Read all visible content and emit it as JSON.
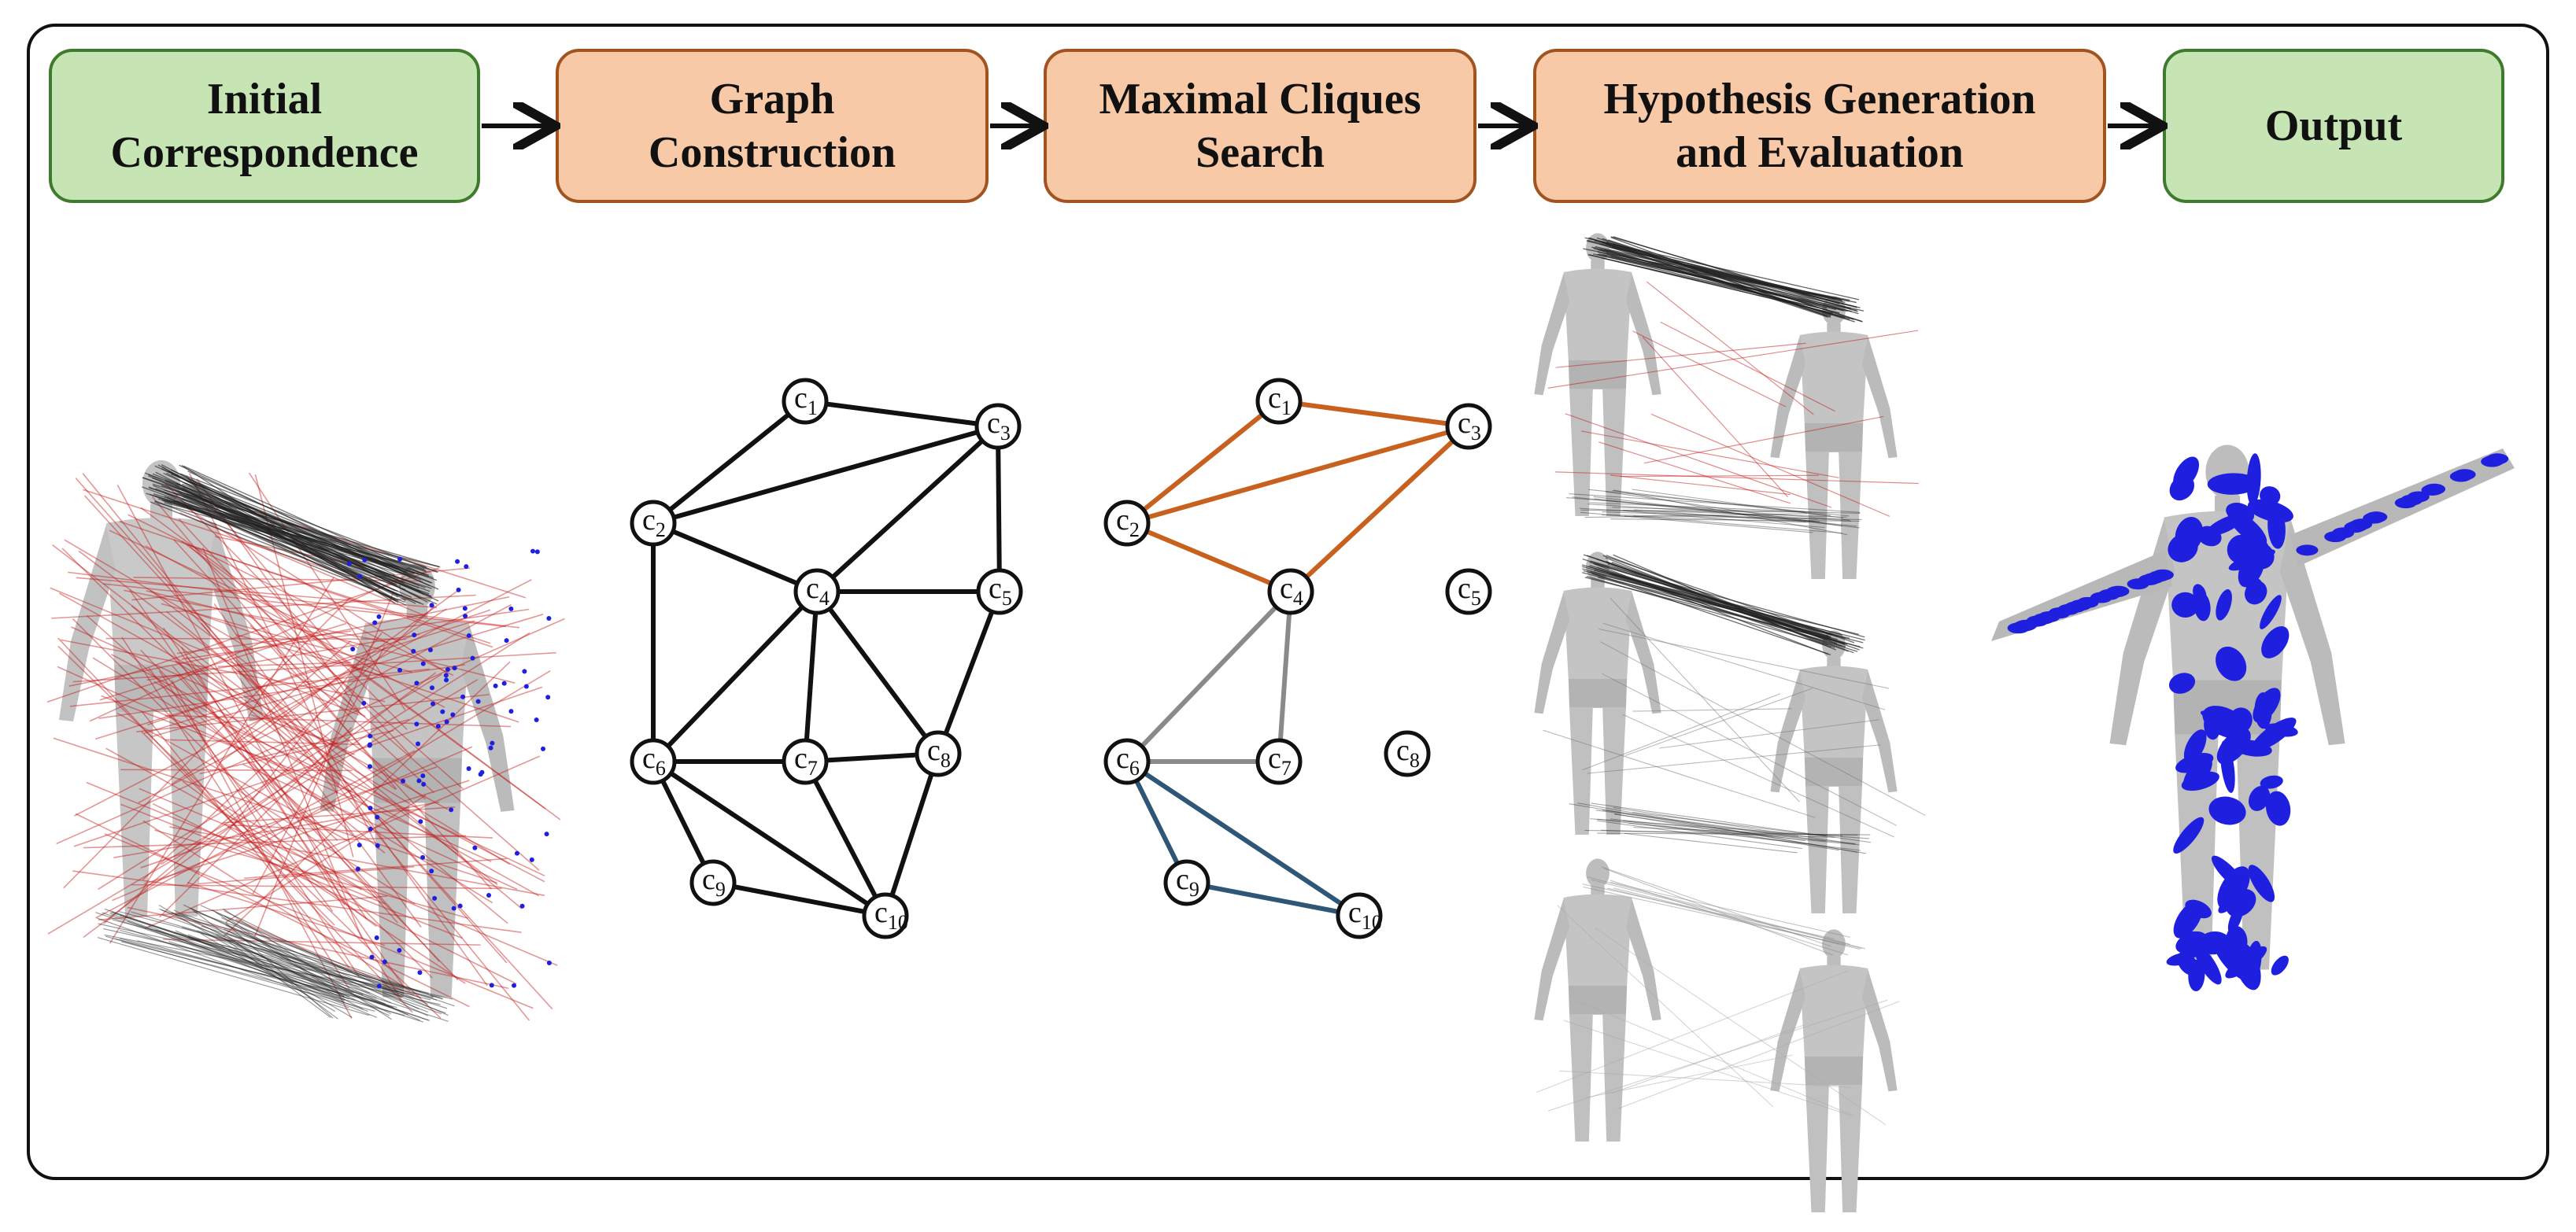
{
  "pipeline": {
    "stages": [
      {
        "id": "init",
        "label": "Initial\nCorrespondence",
        "color": "#c7e5b4"
      },
      {
        "id": "graph",
        "label": "Graph\nConstruction",
        "color": "#f7c9a6"
      },
      {
        "id": "mcs",
        "label": "Maximal Cliques\nSearch",
        "color": "#f7c9a6"
      },
      {
        "id": "hyp",
        "label": "Hypothesis Generation\nand Evaluation",
        "color": "#f7c9a6"
      },
      {
        "id": "out",
        "label": "Output",
        "color": "#c7e5b4"
      }
    ]
  },
  "graph": {
    "nodes": [
      "c",
      "c",
      "c",
      "c",
      "c",
      "c",
      "c",
      "c",
      "c",
      "c"
    ],
    "subscripts": [
      "1",
      "2",
      "3",
      "4",
      "5",
      "6",
      "7",
      "8",
      "9",
      "10"
    ]
  },
  "colors": {
    "clique_orange": "#c8601e",
    "clique_gray": "#8a8a8a",
    "clique_blue": "#2f5677",
    "outlier_red": "#c41a1a",
    "inlier_black": "#222222",
    "keypoint_blue": "#1f1fe0"
  },
  "icons": {
    "mesh": "human-body-mesh-icon",
    "arrow": "arrow-right-icon"
  }
}
